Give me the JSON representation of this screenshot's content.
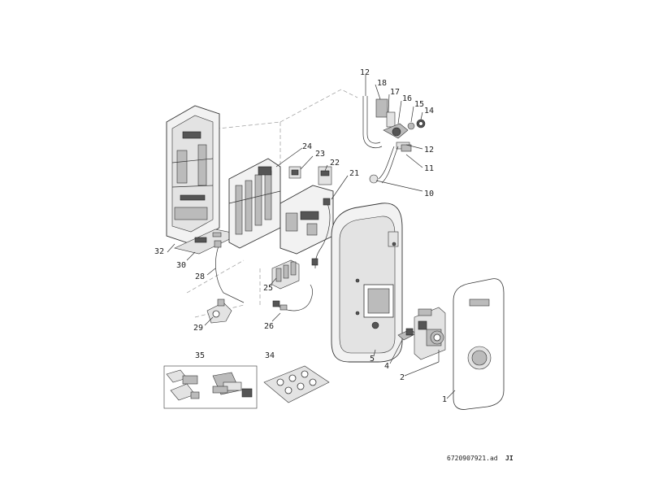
{
  "document_code": "6720907921.ad",
  "document_suffix": "JI",
  "parts": [
    {
      "key": "p1",
      "label": "1"
    },
    {
      "key": "p2",
      "label": "2"
    },
    {
      "key": "p4",
      "label": "4"
    },
    {
      "key": "p5",
      "label": "5"
    },
    {
      "key": "p10",
      "label": "10"
    },
    {
      "key": "p11",
      "label": "11"
    },
    {
      "key": "p12a",
      "label": "12"
    },
    {
      "key": "p12b",
      "label": "12"
    },
    {
      "key": "p14",
      "label": "14"
    },
    {
      "key": "p15",
      "label": "15"
    },
    {
      "key": "p16",
      "label": "16"
    },
    {
      "key": "p17",
      "label": "17"
    },
    {
      "key": "p18",
      "label": "18"
    },
    {
      "key": "p21",
      "label": "21"
    },
    {
      "key": "p22",
      "label": "22"
    },
    {
      "key": "p23",
      "label": "23"
    },
    {
      "key": "p24",
      "label": "24"
    },
    {
      "key": "p25",
      "label": "25"
    },
    {
      "key": "p26",
      "label": "26"
    },
    {
      "key": "p28",
      "label": "28"
    },
    {
      "key": "p29",
      "label": "29"
    },
    {
      "key": "p30",
      "label": "30"
    },
    {
      "key": "p32",
      "label": "32"
    },
    {
      "key": "p34",
      "label": "34"
    },
    {
      "key": "p35",
      "label": "35"
    }
  ]
}
